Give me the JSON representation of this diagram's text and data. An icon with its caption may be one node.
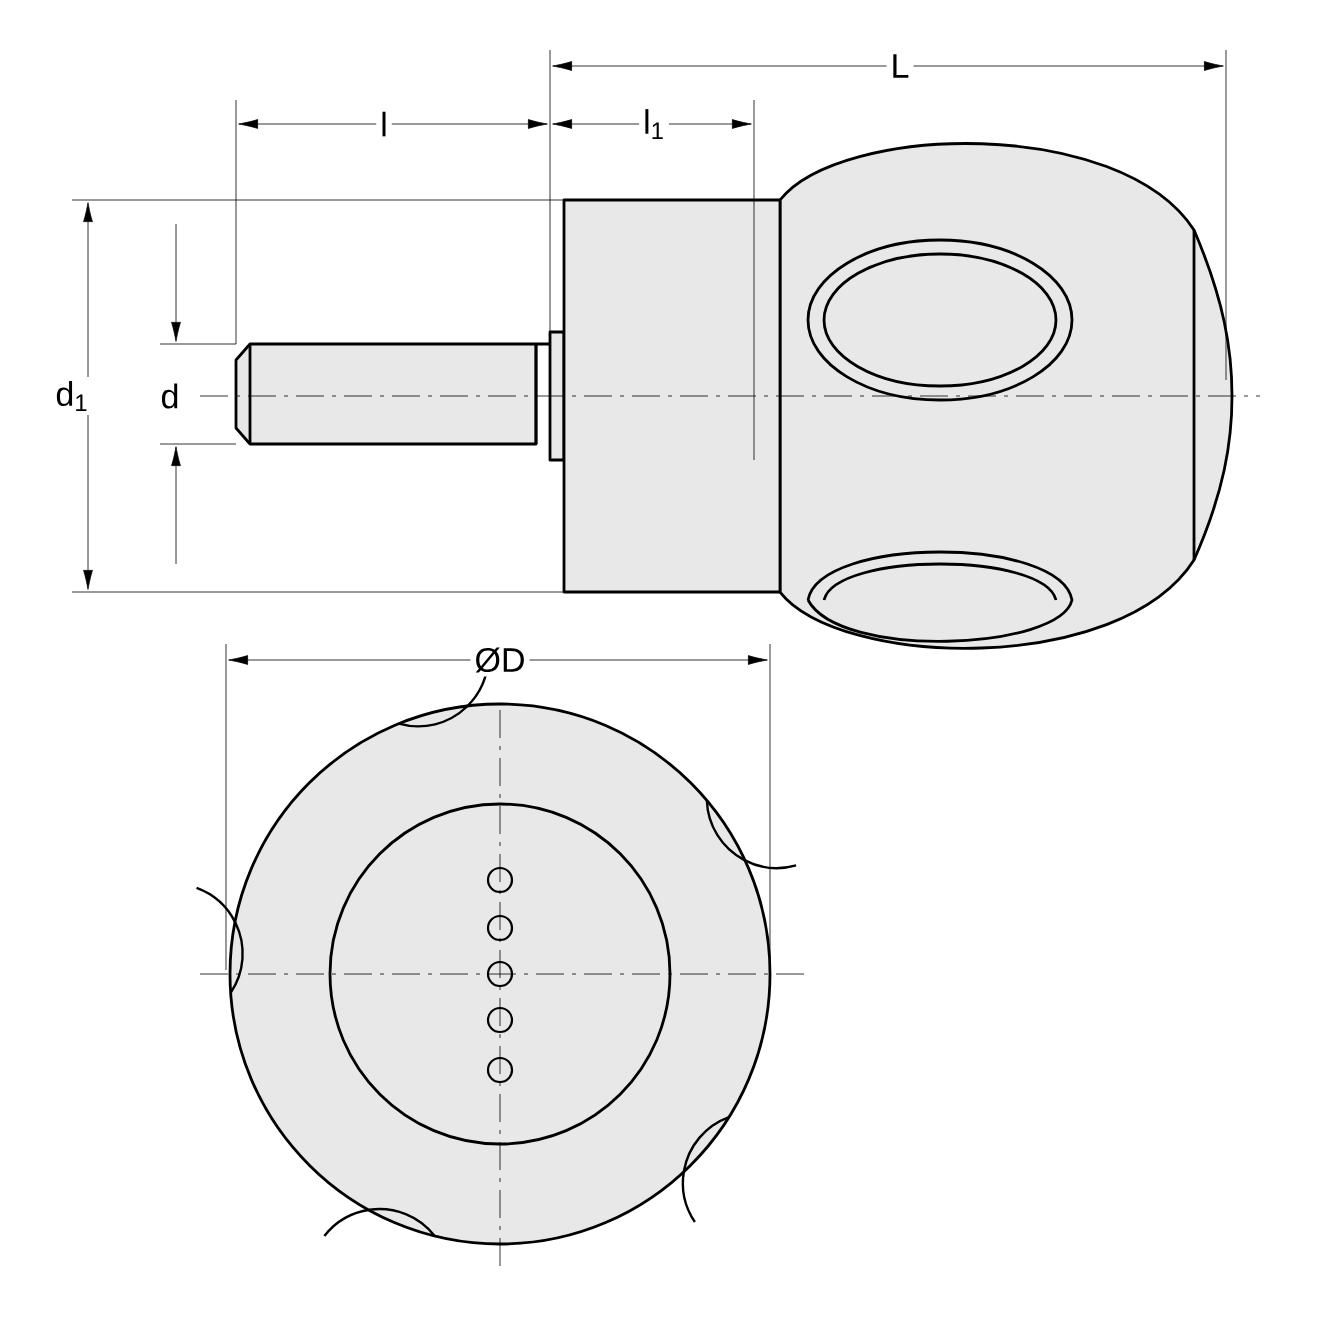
{
  "diagram": {
    "labels": [
      "L",
      "l",
      "l$_{1}$",
      "d$_{1}$",
      "d",
      "ØD"
    ]
  }
}
